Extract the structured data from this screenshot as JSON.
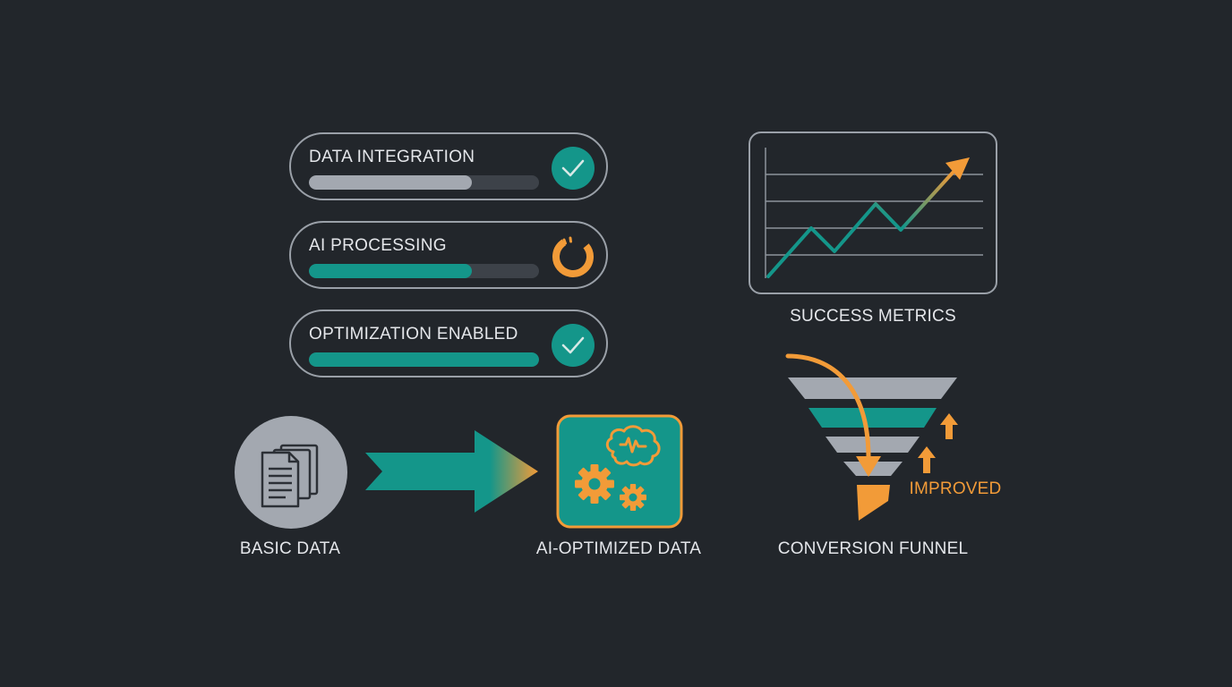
{
  "status_items": [
    {
      "label": "DATA INTEGRATION",
      "progress": 0.71,
      "state": "complete",
      "icon": "check-icon"
    },
    {
      "label": "AI PROCESSING",
      "progress": 0.71,
      "state": "in-progress",
      "icon": "spinner-icon"
    },
    {
      "label": "OPTIMIZATION ENABLED",
      "progress": 1.0,
      "state": "complete",
      "icon": "check-icon"
    }
  ],
  "flow": {
    "source_label": "BASIC DATA",
    "target_label": "AI-OPTIMIZED DATA",
    "source_icon": "documents-icon",
    "target_icon": "ai-brain-gears-icon"
  },
  "metrics": {
    "label": "SUCCESS METRICS",
    "icon": "trend-up-arrow-icon"
  },
  "funnel": {
    "label": "CONVERSION FUNNEL",
    "improved_label": "IMPROVED",
    "icon": "funnel-icon"
  },
  "colors": {
    "background": "#22262b",
    "teal": "#14968a",
    "orange": "#f29b38",
    "gray": "#9ea4ad",
    "text": "#e4e6ea"
  }
}
